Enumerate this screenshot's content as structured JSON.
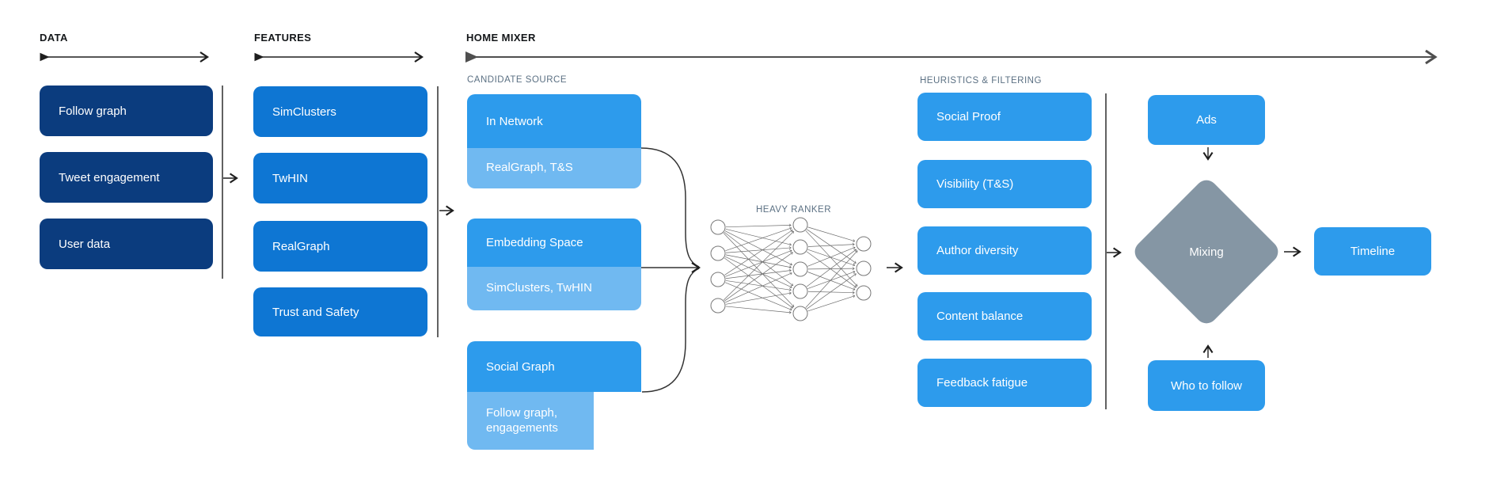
{
  "colors": {
    "navy": "#0B3C7E",
    "feature_blue": "#0E76D3",
    "bright_blue": "#2D9BEC",
    "light_blue": "#70B9F1",
    "diamond_gray": "#8596A4",
    "header_text": "#14171A",
    "sub_label_text": "#5B7083"
  },
  "sections": {
    "data": {
      "label": "DATA"
    },
    "features": {
      "label": "FEATURES"
    },
    "home_mixer": {
      "label": "HOME MIXER"
    }
  },
  "sub_sections": {
    "candidate_source": "CANDIDATE SOURCE",
    "heavy_ranker": "HEAVY RANKER",
    "heuristics_filtering": "HEURISTICS & FILTERING"
  },
  "data_column": {
    "items": [
      "Follow graph",
      "Tweet engagement",
      "User data"
    ]
  },
  "features_column": {
    "items": [
      "SimClusters",
      "TwHIN",
      "RealGraph",
      "Trust and Safety"
    ]
  },
  "candidate_source": {
    "stacks": [
      {
        "primary": "In Network",
        "secondary": "RealGraph, T&S"
      },
      {
        "primary": "Embedding Space",
        "secondary": "SimClusters, TwHIN"
      },
      {
        "primary": "Social Graph",
        "secondary": "Follow graph, engagements"
      }
    ]
  },
  "heuristics": {
    "items": [
      "Social Proof",
      "Visibility (T&S)",
      "Author diversity",
      "Content balance",
      "Feedback fatigue"
    ]
  },
  "mixer_outputs": {
    "ads": "Ads",
    "mixing": "Mixing",
    "who_to_follow": "Who to follow",
    "timeline": "Timeline"
  }
}
